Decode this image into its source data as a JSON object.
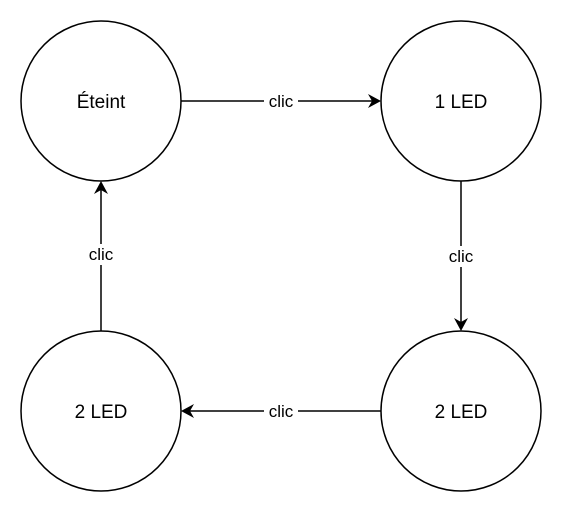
{
  "diagram": {
    "nodes": [
      {
        "id": "n-off",
        "label": "Éteint"
      },
      {
        "id": "n-1led",
        "label": "1 LED"
      },
      {
        "id": "n-2led-right",
        "label": "2 LED"
      },
      {
        "id": "n-2led-left",
        "label": "2 LED"
      }
    ],
    "edges": [
      {
        "from": "n-off",
        "to": "n-1led",
        "label": "clic"
      },
      {
        "from": "n-1led",
        "to": "n-2led-right",
        "label": "clic"
      },
      {
        "from": "n-2led-right",
        "to": "n-2led-left",
        "label": "clic"
      },
      {
        "from": "n-2led-left",
        "to": "n-off",
        "label": "clic"
      }
    ]
  }
}
